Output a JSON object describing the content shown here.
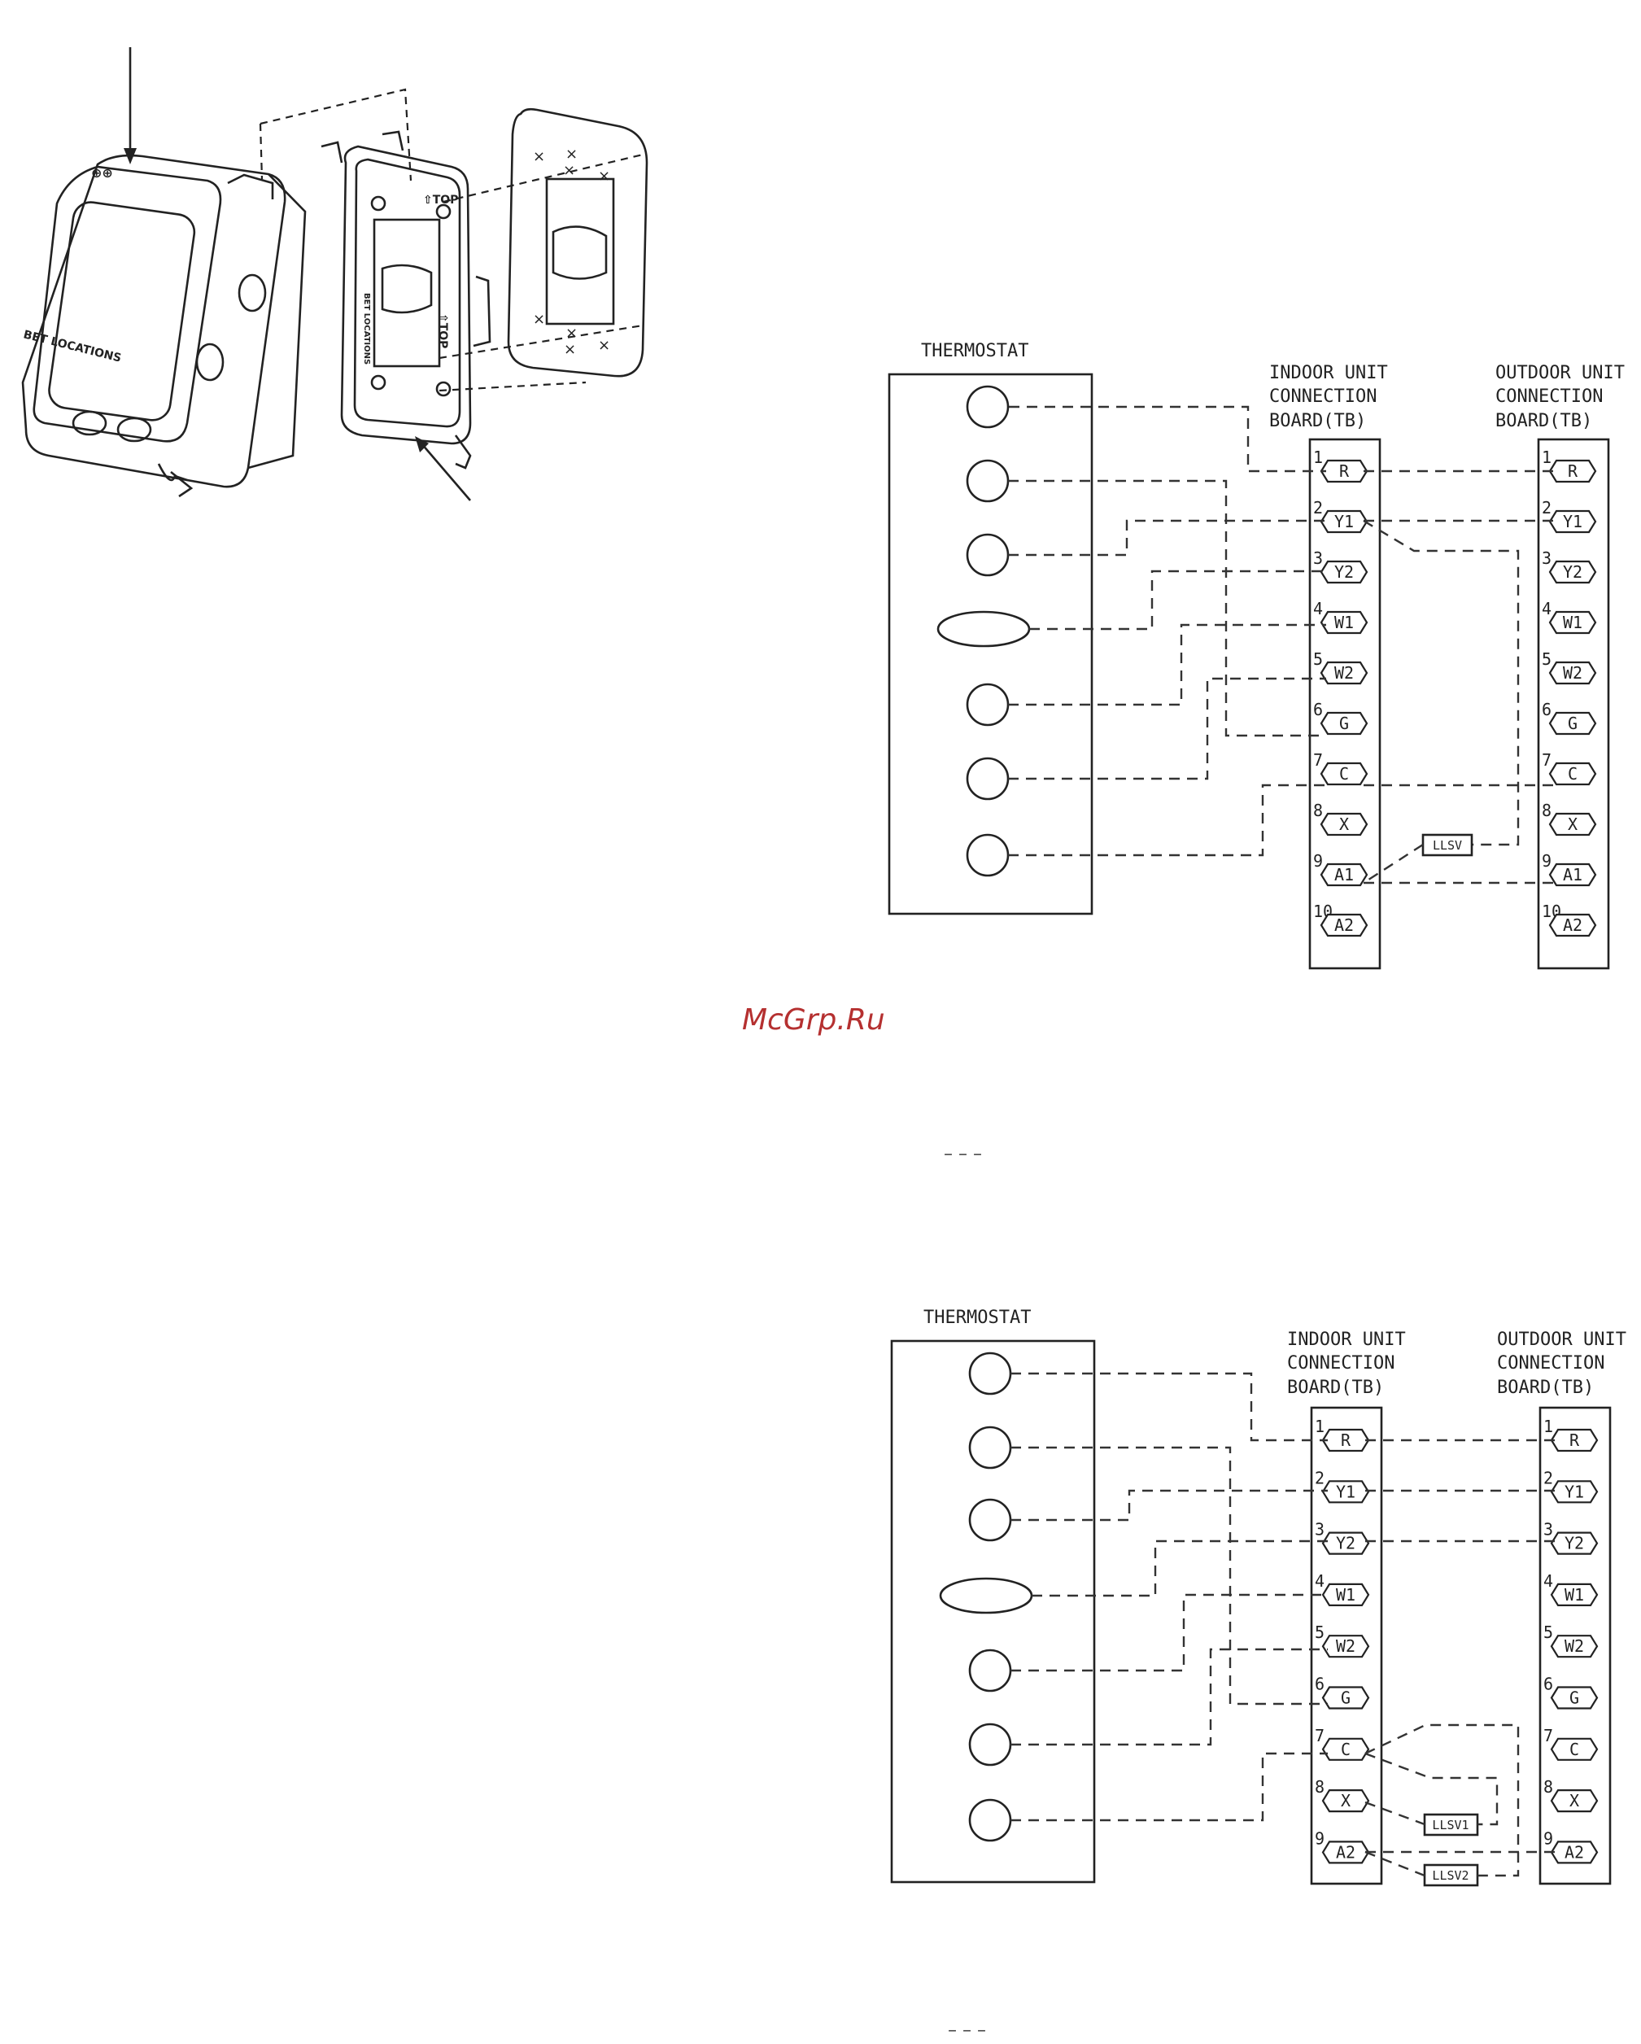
{
  "illustration": {
    "box_text": "BET LOCATIONS",
    "plate_text": "BET LOCATIONS",
    "top_label": "⇧TOP"
  },
  "watermark": "McGrp.Ru",
  "page_marks": [
    "– – –",
    "– – –"
  ],
  "diagrams": [
    {
      "thermostat_label": "THERMOSTAT",
      "indoor_label": [
        "INDOOR UNIT",
        "CONNECTION",
        "BOARD(TB)"
      ],
      "outdoor_label": [
        "OUTDOOR UNIT",
        "CONNECTION",
        "BOARD(TB)"
      ],
      "indoor_terminals": [
        {
          "num": "1",
          "label": "R"
        },
        {
          "num": "2",
          "label": "Y1"
        },
        {
          "num": "3",
          "label": "Y2"
        },
        {
          "num": "4",
          "label": "W1"
        },
        {
          "num": "5",
          "label": "W2"
        },
        {
          "num": "6",
          "label": "G"
        },
        {
          "num": "7",
          "label": "C"
        },
        {
          "num": "8",
          "label": "X"
        },
        {
          "num": "9",
          "label": "A1"
        },
        {
          "num": "10",
          "label": "A2"
        }
      ],
      "outdoor_terminals": [
        {
          "num": "1",
          "label": "R"
        },
        {
          "num": "2",
          "label": "Y1"
        },
        {
          "num": "3",
          "label": "Y2"
        },
        {
          "num": "4",
          "label": "W1"
        },
        {
          "num": "5",
          "label": "W2"
        },
        {
          "num": "6",
          "label": "G"
        },
        {
          "num": "7",
          "label": "C"
        },
        {
          "num": "8",
          "label": "X"
        },
        {
          "num": "9",
          "label": "A1"
        },
        {
          "num": "10",
          "label": "A2"
        }
      ],
      "valves": [
        "LLSV"
      ]
    },
    {
      "thermostat_label": "THERMOSTAT",
      "indoor_label": [
        "INDOOR UNIT",
        "CONNECTION",
        "BOARD(TB)"
      ],
      "outdoor_label": [
        "OUTDOOR UNIT",
        "CONNECTION",
        "BOARD(TB)"
      ],
      "indoor_terminals": [
        {
          "num": "1",
          "label": "R"
        },
        {
          "num": "2",
          "label": "Y1"
        },
        {
          "num": "3",
          "label": "Y2"
        },
        {
          "num": "4",
          "label": "W1"
        },
        {
          "num": "5",
          "label": "W2"
        },
        {
          "num": "6",
          "label": "G"
        },
        {
          "num": "7",
          "label": "C"
        },
        {
          "num": "8",
          "label": "X"
        },
        {
          "num": "9",
          "label": "A2"
        }
      ],
      "outdoor_terminals": [
        {
          "num": "1",
          "label": "R"
        },
        {
          "num": "2",
          "label": "Y1"
        },
        {
          "num": "3",
          "label": "Y2"
        },
        {
          "num": "4",
          "label": "W1"
        },
        {
          "num": "5",
          "label": "W2"
        },
        {
          "num": "6",
          "label": "G"
        },
        {
          "num": "7",
          "label": "C"
        },
        {
          "num": "8",
          "label": "X"
        },
        {
          "num": "9",
          "label": "A2"
        }
      ],
      "valves": [
        "LLSV1",
        "LLSV2"
      ]
    }
  ]
}
